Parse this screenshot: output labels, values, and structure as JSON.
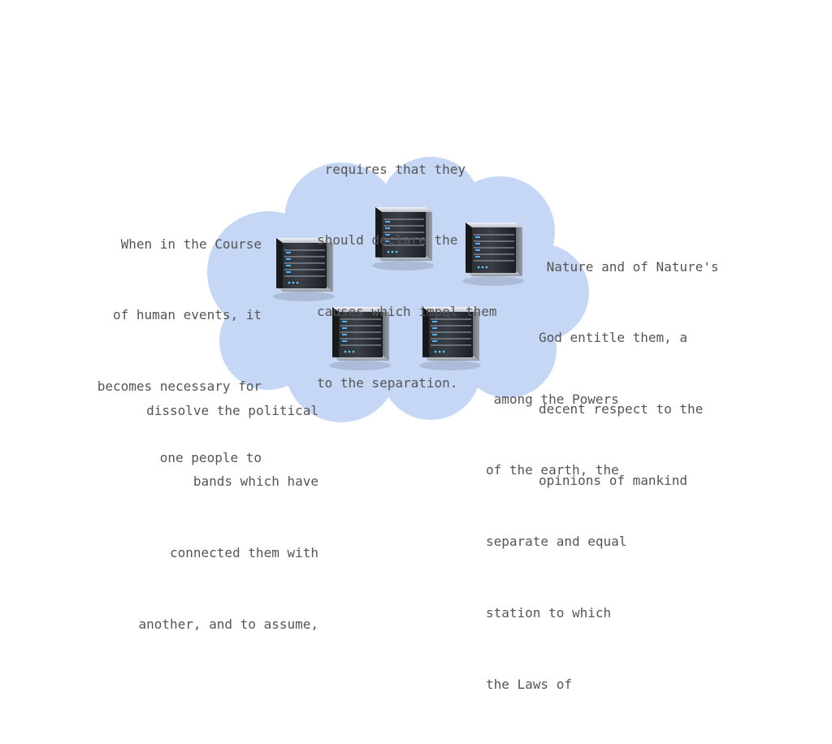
{
  "diagram": {
    "cloud_color": "#c5d7f5",
    "text_color": "#555555",
    "server_icon": "server-tower-icon",
    "labels": {
      "top": {
        "lines": [
          " requires that they",
          "should declare the",
          "causes which impel them",
          "to the separation."
        ]
      },
      "left": {
        "lines": [
          "When in the Course",
          "of human events, it",
          "becomes necessary for",
          "one people to"
        ]
      },
      "right": {
        "lines": [
          " Nature and of Nature's",
          "God entitle them, a",
          "decent respect to the",
          "opinions of mankind"
        ]
      },
      "bottom_left": {
        "lines": [
          "dissolve the political",
          "bands which have",
          "connected them with",
          "another, and to assume,"
        ]
      },
      "bottom_right": {
        "lines": [
          " among the Powers",
          "of the earth, the",
          "separate and equal",
          "station to which",
          "the Laws of"
        ]
      }
    }
  }
}
